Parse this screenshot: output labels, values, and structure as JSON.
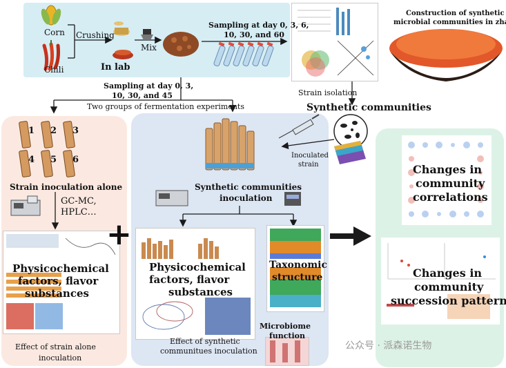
{
  "top": {
    "corn": "Corn",
    "chili": "Chili",
    "crushing": "Crushing",
    "mix": "Mix",
    "in_lab": "In lab",
    "sampling_1": "Sampling at day 0, 3, 6,",
    "sampling_2": "10, 30, and 60",
    "title_1": "Construction of synthetic",
    "title_2": "microbial communities in zha-chili"
  },
  "middle": {
    "sampling_1": "Sampling at day 0, 3,",
    "sampling_2": "10, 30, and 45",
    "two_groups": "Two groups of fermentation experiments",
    "strain_isolation": "Strain isolation",
    "synthetic_communities": "Synthetic communities",
    "inoculated_1": "Inoculated",
    "inoculated_2": "strain"
  },
  "left_panel": {
    "tubes": [
      "1",
      "2",
      "3",
      "4",
      "5",
      "6"
    ],
    "strain_inoc": "Strain inoculation alone",
    "gc_1": "GC-MC,",
    "gc_2": "HPLC…",
    "physchem_1": "Physicochemical",
    "physchem_2": "factors, flavor",
    "physchem_3": "substances",
    "effect_1": "Effect of strain alone",
    "effect_2": "inoculation"
  },
  "center_panel": {
    "syn_inoc_1": "Synthetic communities",
    "syn_inoc_2": "inoculation",
    "physchem_1": "Physicochemical",
    "physchem_2": "factors, flavor",
    "physchem_3": "substances",
    "taxonomic_1": "Taxonomic",
    "taxonomic_2": "structure",
    "microbiome_1": "Microbiome",
    "microbiome_2": "function",
    "effect_1": "Effect of synthetic",
    "effect_2": "communitues inoculation"
  },
  "right_panel": {
    "corr_1": "Changes in",
    "corr_2": "community",
    "corr_3": "correlations",
    "succ_1": "Changes in",
    "succ_2": "community",
    "succ_3": "succession patterns"
  },
  "plus_symbol": "+",
  "watermark": "公众号 · 派森诺生物",
  "colors": {
    "in_lab_bg": "#d6edf4",
    "left_bg": "#fbe9e1",
    "center_bg": "#dde6f3",
    "right_bg": "#ddf2e6",
    "arrow": "#1a1a1a",
    "chili_red": "#c8321e",
    "corn_yellow": "#e9b526"
  }
}
